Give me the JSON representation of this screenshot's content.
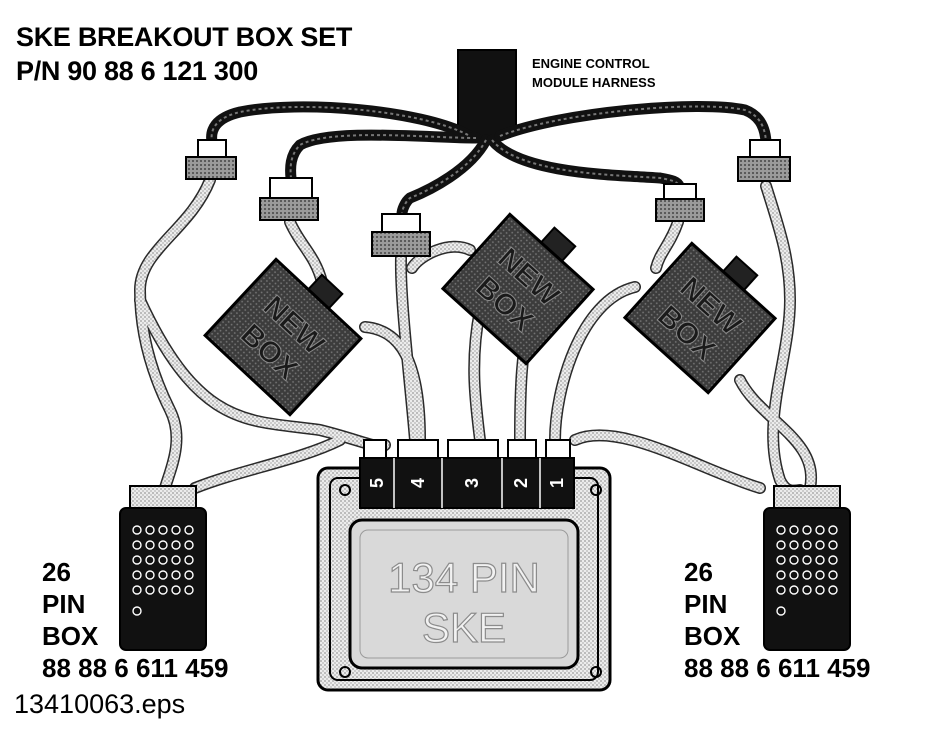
{
  "title": {
    "line1": "SKE BREAKOUT BOX SET",
    "line2": "P/N 90 88 6 121 300"
  },
  "harness_label": {
    "line1": "ENGINE CONTROL",
    "line2": "MODULE HARNESS"
  },
  "new_box_text": [
    "NEW",
    "BOX"
  ],
  "left_box": {
    "line1": "26",
    "line2": "PIN",
    "line3": "BOX",
    "part_number": "88 88 6 611 459"
  },
  "right_box": {
    "line1": "26",
    "line2": "PIN",
    "line3": "BOX",
    "part_number": "88 88 6 611 459"
  },
  "ske": {
    "line1": "134 PIN",
    "line2": "SKE",
    "connector_numbers": [
      "5",
      "4",
      "3",
      "2",
      "1"
    ]
  },
  "file_name": "13410063.eps",
  "colors": {
    "ink": "#000000",
    "dark_fill": "#333333",
    "cable_gray": "#b8b8b8",
    "ske_body": "#d9d9d9",
    "ske_text": "#f2f2f2"
  }
}
